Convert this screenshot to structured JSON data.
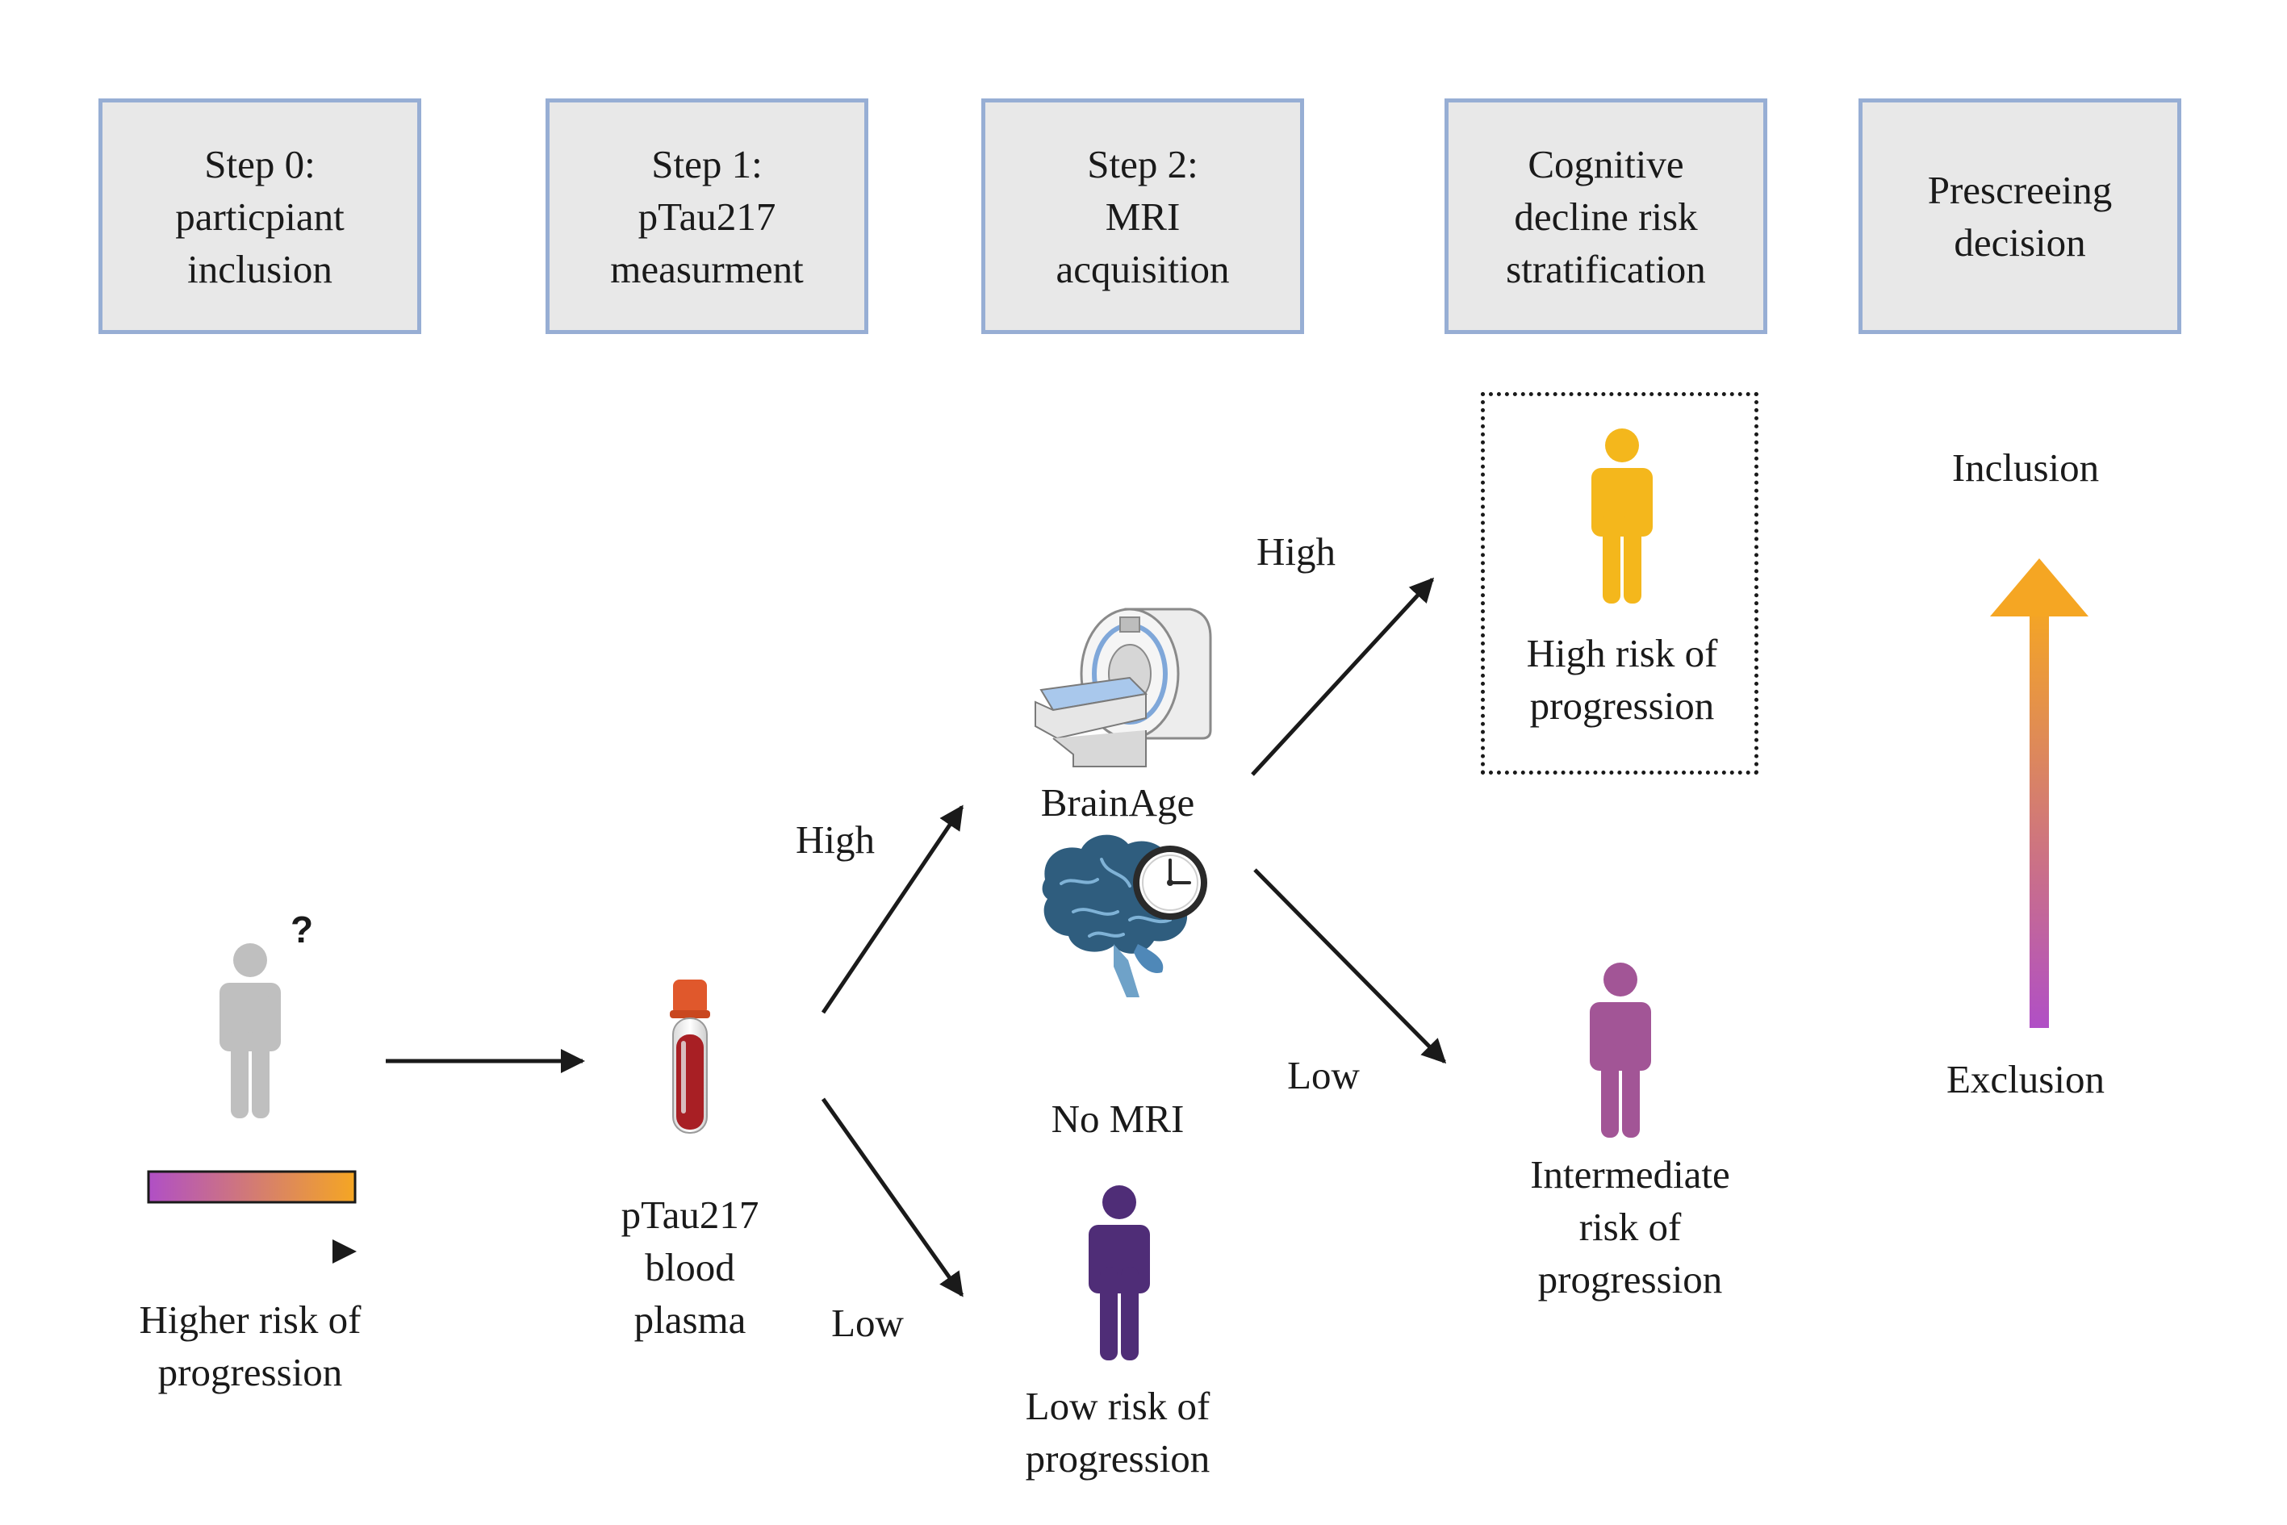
{
  "steps": [
    {
      "lines": [
        "Step 0:",
        "particpiant",
        "inclusion"
      ]
    },
    {
      "lines": [
        "Step 1:",
        "pTau217",
        "measurment"
      ]
    },
    {
      "lines": [
        "Step 2:",
        "MRI",
        "acquisition"
      ]
    },
    {
      "lines": [
        "Cognitive",
        "decline risk",
        "stratification"
      ]
    },
    {
      "lines": [
        "Prescreeing",
        "decision"
      ]
    }
  ],
  "participant": {
    "question_mark": "?",
    "caption_lines": [
      "Higher risk of",
      "progression"
    ]
  },
  "blood": {
    "caption_lines": [
      "pTau217",
      "blood",
      "plasma"
    ]
  },
  "branches": {
    "ptau_high": "High",
    "ptau_low": "Low",
    "brainage_high": "High",
    "brainage_low": "Low"
  },
  "mri": {
    "brainage_label": "BrainAge",
    "no_mri_label": "No MRI"
  },
  "outcomes": {
    "high_risk_lines": [
      "High risk of",
      "progression"
    ],
    "intermediate_risk_lines": [
      "Intermediate",
      "risk of",
      "progression"
    ],
    "low_risk_lines": [
      "Low risk of",
      "progression"
    ]
  },
  "decision": {
    "inclusion": "Inclusion",
    "exclusion": "Exclusion"
  },
  "colors": {
    "box_fill": "#e8e8e8",
    "box_border": "#97aed4",
    "participant_gray": "#bfbfbf",
    "high_risk_yellow": "#f4b71c",
    "intermediate_purple": "#a25596",
    "low_risk_purple": "#4f2d77",
    "gradient_start": "#b04fc6",
    "gradient_end": "#f5a623",
    "arrow": "#1a1a1a"
  },
  "icons": [
    "person-icon",
    "blood-tube-icon",
    "mri-scanner-icon",
    "brain-icon",
    "clock-icon"
  ]
}
